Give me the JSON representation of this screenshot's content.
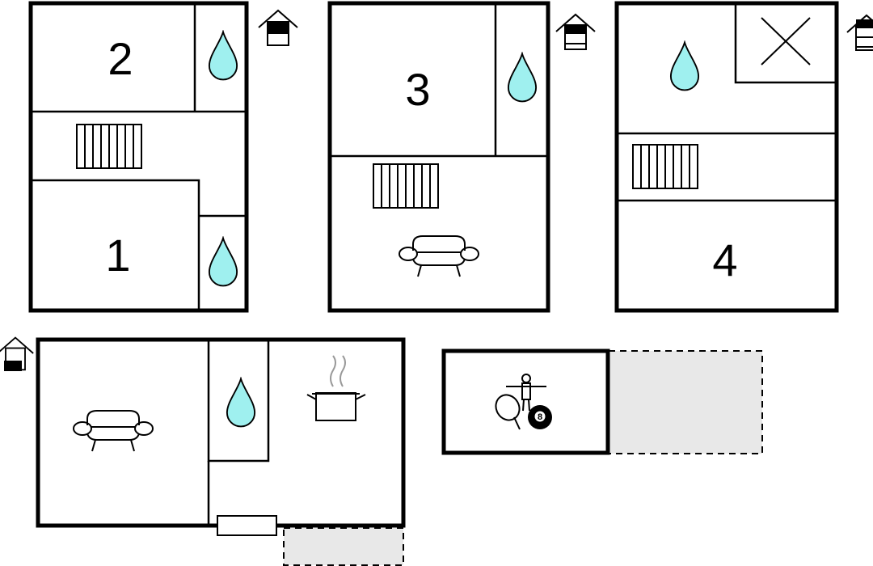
{
  "floors": [
    {
      "id": "floor-top-left",
      "rooms": [
        {
          "number": "2"
        },
        {
          "number": "1"
        }
      ],
      "level_icon": "house-level-icon"
    },
    {
      "id": "floor-top-middle",
      "rooms": [
        {
          "number": "3"
        }
      ],
      "level_icon": "house-level-icon"
    },
    {
      "id": "floor-top-right",
      "rooms": [
        {
          "number": "4"
        }
      ],
      "level_icon": "house-level-icon"
    },
    {
      "id": "floor-ground",
      "rooms": [],
      "level_icon": "house-level-icon"
    },
    {
      "id": "games-annex",
      "rooms": [],
      "level_icon": null
    }
  ],
  "ball_number": "8",
  "icons": [
    "water-drop-icon",
    "radiator-icon",
    "sofa-icon",
    "cooking-pot-icon",
    "table-football-icon",
    "ping-pong-paddle-icon",
    "billiard-ball-icon",
    "void-cross-icon",
    "house-level-icon"
  ],
  "colors": {
    "wall": "#000000",
    "water": "#9ff0ef",
    "terrace": "#e8e8e8",
    "background": "#ffffff"
  }
}
